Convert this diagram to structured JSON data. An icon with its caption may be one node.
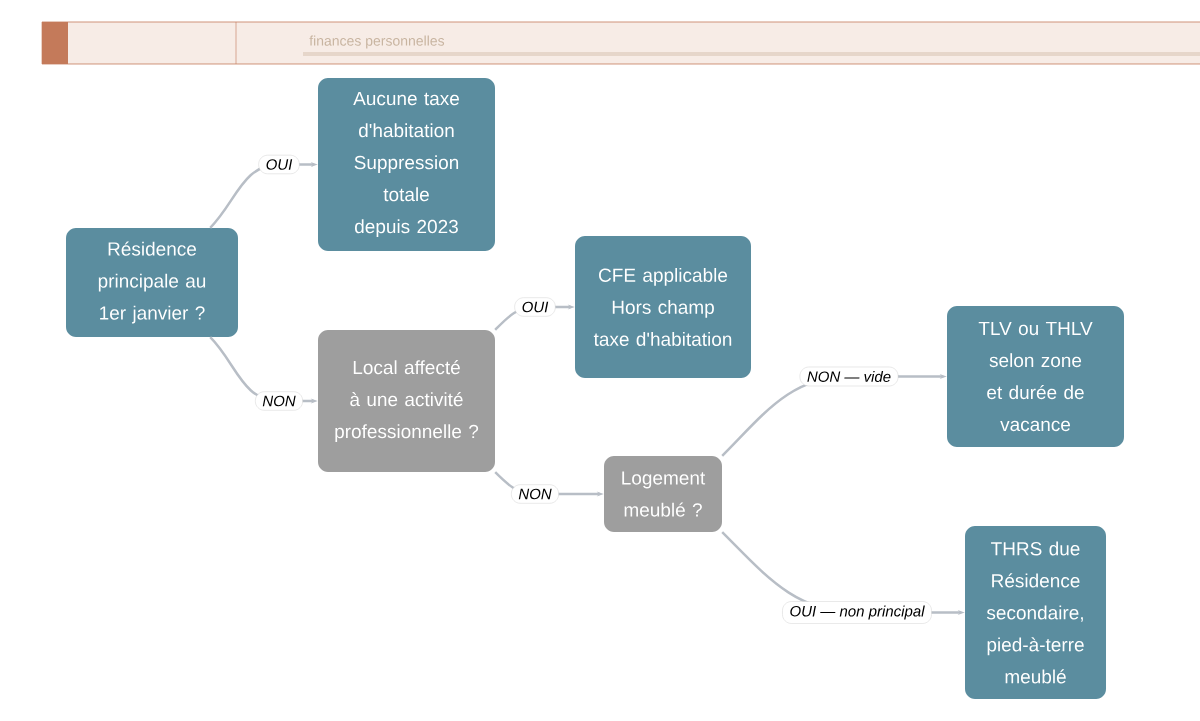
{
  "diagram": {
    "nodes": [
      {
        "text": [
          "Résidence principale au 1er janvier ?"
        ]
      },
      {
        "text": [
          "Aucune taxe d'habitation",
          "Suppression totale depuis 2023"
        ]
      },
      {
        "text": [
          "Local affecté à une activité professionnelle ?"
        ]
      },
      {
        "text": [
          "CFE applicable",
          "Hors champ taxe d'habitation"
        ]
      },
      {
        "text": [
          "Logement meublé ?"
        ]
      },
      {
        "text": [
          "TLV ou THLV selon zone et durée de vacance"
        ]
      },
      {
        "text": [
          "THRS due",
          "Résidence secondaire, pied-à-terre meublé"
        ]
      }
    ],
    "edges": [
      {
        "from": 0,
        "to": 1,
        "arrow": "to",
        "label": "OUI"
      },
      {
        "from": 0,
        "to": 2,
        "arrow": "to",
        "label": "NON"
      },
      {
        "from": 2,
        "to": 3,
        "arrow": "to",
        "label": "OUI"
      },
      {
        "from": 2,
        "to": 4,
        "arrow": "to",
        "label": "NON"
      },
      {
        "from": 4,
        "to": 5,
        "arrow": "to",
        "label": "NON — vide"
      },
      {
        "from": 4,
        "to": 6,
        "arrow": "to",
        "label": "OUI — non principal"
      }
    ],
    "labels": [
      "finances personnelles"
    ]
  }
}
